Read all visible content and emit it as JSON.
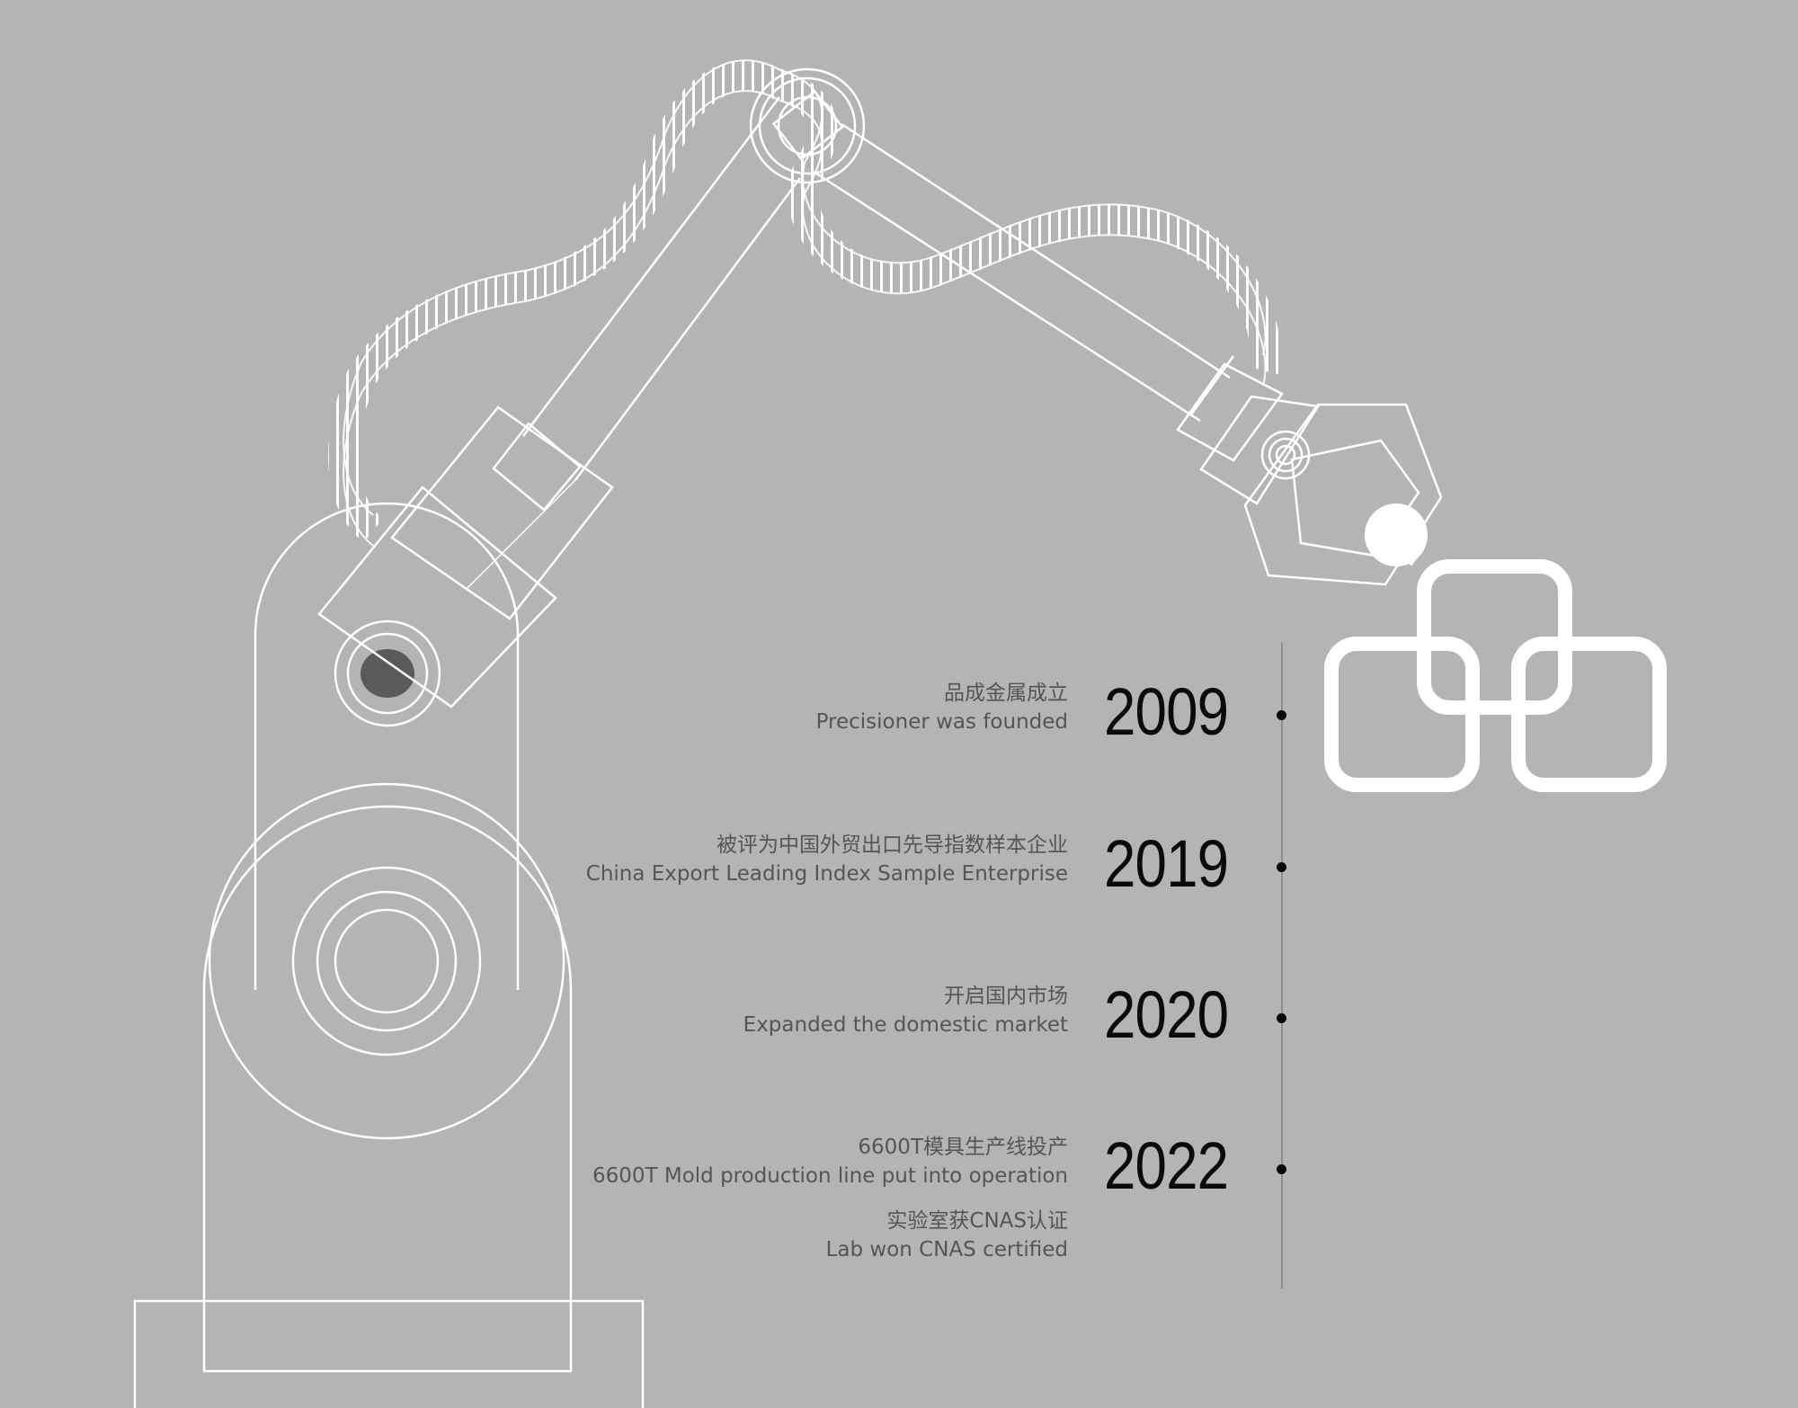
{
  "colors": {
    "background": "#b3b4b3",
    "line_art": "#ffffff",
    "year_text": "#0a0a0a",
    "caption_text": "#555555",
    "timeline_axis": "#8c8d8c",
    "joint_fill": "#5a5a5a"
  },
  "illustration": {
    "subject": "robot-arm",
    "logo": "interlocked-rounded-squares-logo"
  },
  "timeline": [
    {
      "year": "2009",
      "zh": "品成金属成立",
      "en": "Precisioner was founded"
    },
    {
      "year": "2019",
      "zh": "被评为中国外贸出口先导指数样本企业",
      "en": "China Export Leading Index Sample Enterprise"
    },
    {
      "year": "2020",
      "zh": "开启国内市场",
      "en": "Expanded the domestic market"
    },
    {
      "year": "2022",
      "zh": "6600T模具生产线投产",
      "en": "6600T Mold production line put into operation",
      "zh2": "实验室获CNAS认证",
      "en2": "Lab won CNAS certified"
    }
  ]
}
